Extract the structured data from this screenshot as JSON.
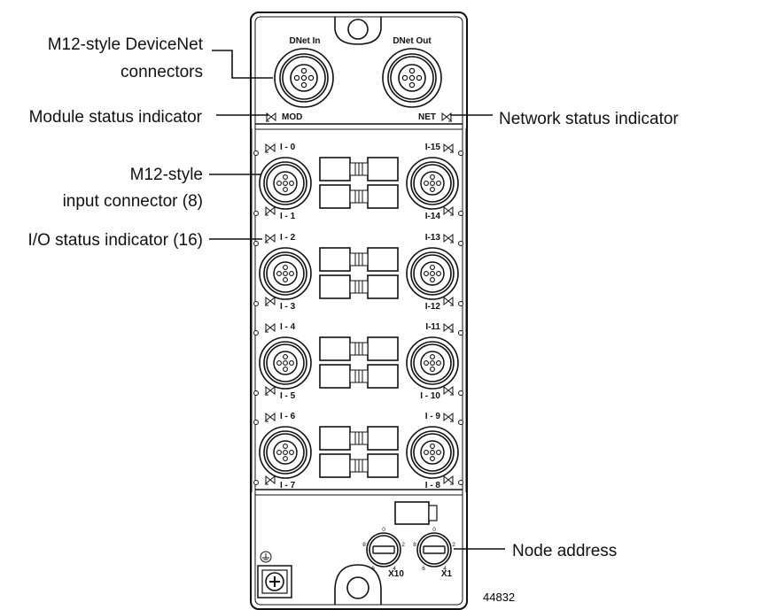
{
  "callouts": {
    "devicenet_connectors": [
      "M12-style DeviceNet",
      "connectors"
    ],
    "module_status": "Module status indicator",
    "network_status": "Network status indicator",
    "input_connector": [
      "M12-style",
      "input connector (8)"
    ],
    "io_status": "I/O status  indicator (16)",
    "node_address": "Node address"
  },
  "top_labels": {
    "dnet_in": "DNet In",
    "dnet_out": "DNet Out",
    "mod": "MOD",
    "net": "NET"
  },
  "io_rows": [
    {
      "left_top": "I - 0",
      "left_bottom": "I - 1",
      "right_top": "I-15",
      "right_bottom": "I-14"
    },
    {
      "left_top": "I - 2",
      "left_bottom": "I - 3",
      "right_top": "I-13",
      "right_bottom": "I-12"
    },
    {
      "left_top": "I - 4",
      "left_bottom": "I - 5",
      "right_top": "I-11",
      "right_bottom": "I - 10"
    },
    {
      "left_top": "I - 6",
      "left_bottom": "I - 7",
      "right_top": "I - 9",
      "right_bottom": "I - 8"
    }
  ],
  "switches": [
    {
      "label": "X10",
      "digits": {
        "top": "0",
        "left": "8",
        "right": "2",
        "bottom_left": "6",
        "bottom_right": "4"
      }
    },
    {
      "label": "X1",
      "digits": {
        "top": "0",
        "left": "8",
        "right": "2",
        "bottom_left": "6",
        "bottom_right": "4"
      }
    }
  ],
  "figure_number": "44832"
}
